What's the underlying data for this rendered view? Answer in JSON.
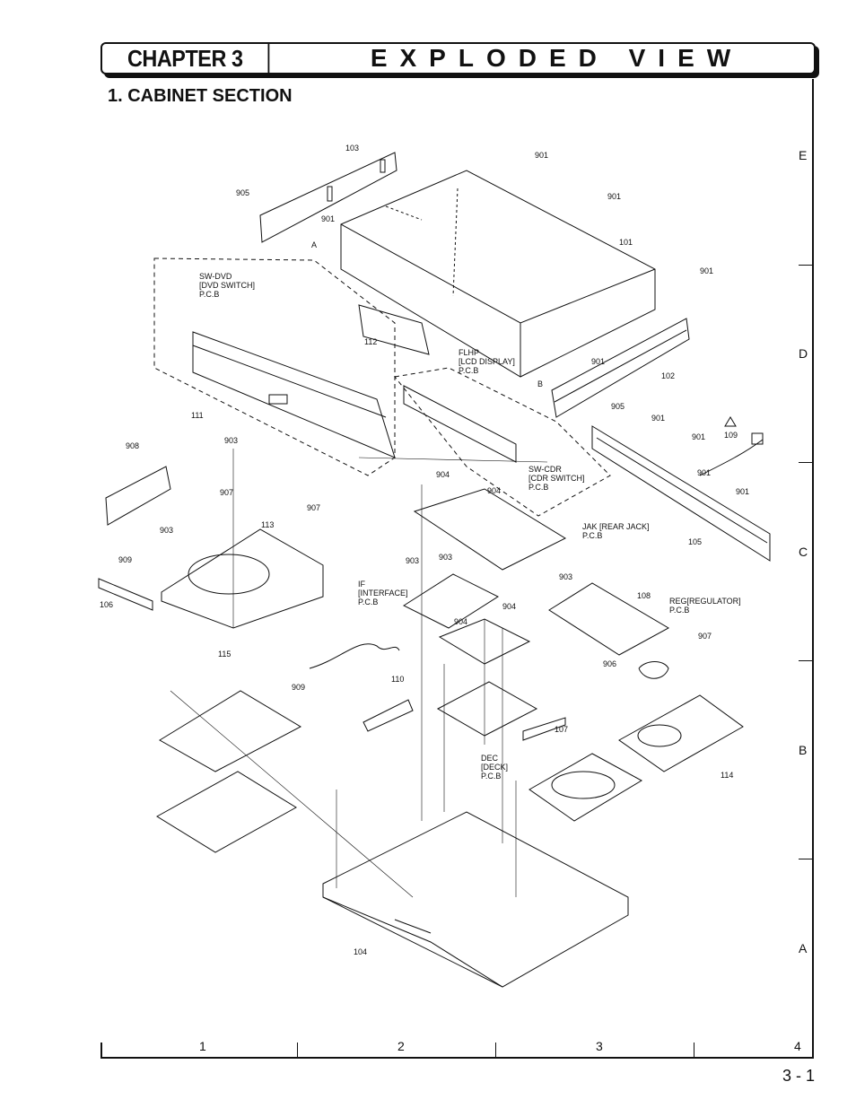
{
  "header": {
    "chapter": "CHAPTER 3",
    "title": "EXPLODED VIEW"
  },
  "section_title": "1. CABINET SECTION",
  "grid": {
    "rows": [
      "E",
      "D",
      "C",
      "B",
      "A"
    ],
    "cols": [
      "1",
      "2",
      "3",
      "4"
    ]
  },
  "page_number": "3 - 1",
  "part_numbers": [
    "103",
    "905",
    "901",
    "A",
    "901",
    "901",
    "101",
    "901",
    "901",
    "102",
    "B",
    "905",
    "901",
    "901",
    "109",
    "901",
    "901",
    "105",
    "111",
    "112",
    "104",
    "113",
    "106",
    "115",
    "909",
    "110",
    "107",
    "114",
    "903",
    "907",
    "908",
    "909",
    "907",
    "903",
    "903",
    "904",
    "904",
    "903",
    "904",
    "904",
    "903",
    "108",
    "907",
    "906"
  ],
  "pcb_labels": {
    "sw_dvd": [
      "SW-DVD",
      "[DVD SWITCH]",
      "P.C.B"
    ],
    "flhp": [
      "FLHP",
      "[LCD DISPLAY]",
      "P.C.B"
    ],
    "sw_cdr": [
      "SW-CDR",
      "[CDR SWITCH]",
      "P.C.B"
    ],
    "jak": [
      "JAK [REAR JACK]",
      "P.C.B"
    ],
    "if": [
      "IF",
      "[INTERFACE]",
      "P.C.B"
    ],
    "reg": [
      "REG[REGULATOR]",
      "P.C.B"
    ],
    "dec": [
      "DEC",
      "[DECK]",
      "P.C.B"
    ]
  }
}
